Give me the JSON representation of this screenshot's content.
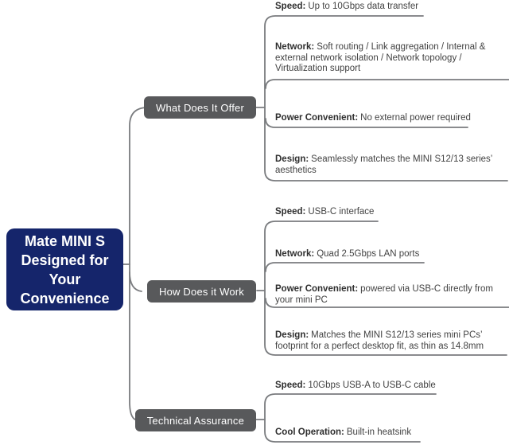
{
  "root": {
    "label": "Mate MINI S Designed for Your Convenience"
  },
  "branches": [
    {
      "label": "What Does It Offer",
      "leaves": [
        {
          "label": "Speed:",
          "text": "Up to 10Gbps data transfer"
        },
        {
          "label": "Network:",
          "text": "Soft routing / Link aggregation / Internal & external network isolation / Network topology / Virtualization support"
        },
        {
          "label": "Power Convenient:",
          "text": "No external power required"
        },
        {
          "label": "Design:",
          "text": "Seamlessly matches the MINI S12/13 series’ aesthetics"
        }
      ]
    },
    {
      "label": "How Does it Work",
      "leaves": [
        {
          "label": "Speed:",
          "text": "USB-C interface"
        },
        {
          "label": "Network:",
          "text": "Quad 2.5Gbps LAN ports"
        },
        {
          "label": "Power Convenient:",
          "text": "powered via USB-C directly from your mini PC"
        },
        {
          "label": "Design:",
          "text": "Matches the MINI S12/13 series mini PCs’ footprint for a perfect desktop fit, as thin as 14.8mm"
        }
      ]
    },
    {
      "label": "Technical Assurance",
      "leaves": [
        {
          "label": "Speed:",
          "text": "10Gbps USB-A to USB-C cable"
        },
        {
          "label": "Cool Operation:",
          "text": "Built-in heatsink"
        }
      ]
    }
  ],
  "colors": {
    "root_bg": "#15256b",
    "branch_bg": "#58595b",
    "line": "#797b7e",
    "leaf_label": "#2e2e2e",
    "leaf_text": "#424242"
  }
}
